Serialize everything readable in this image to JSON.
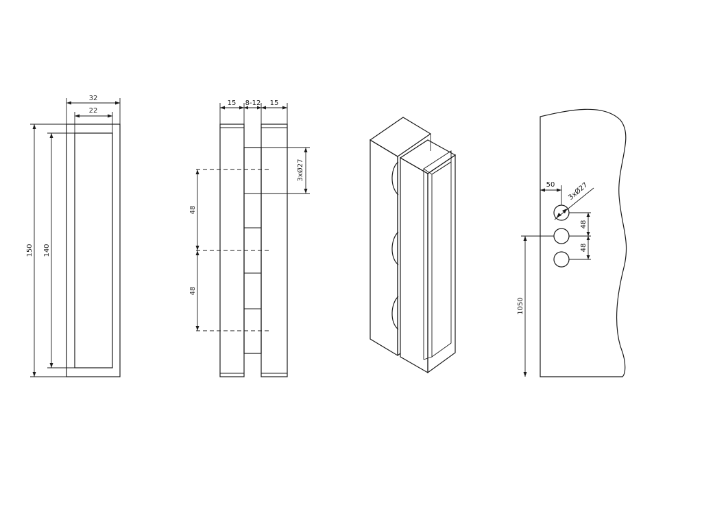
{
  "drawing": {
    "front_view": {
      "outer_width": "32",
      "inner_width": "22",
      "outer_height": "150",
      "inner_height": "140"
    },
    "side_view": {
      "handle_depth_left": "15",
      "glass_gap": "8-12",
      "handle_depth_right": "15",
      "holes_label": "3xØ27",
      "hole_spacing_1": "48",
      "hole_spacing_2": "48"
    },
    "door_view": {
      "edge_offset": "50",
      "holes_label": "3xØ27",
      "hole_spacing_1": "48",
      "hole_spacing_2": "48",
      "mount_height": "1050"
    }
  }
}
